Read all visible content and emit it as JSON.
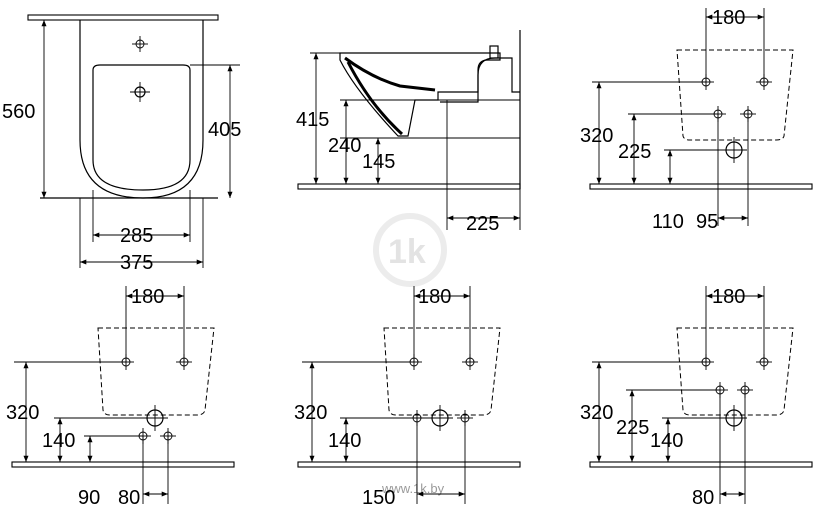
{
  "watermark": {
    "text": "www.1k.by",
    "logo": "1k"
  },
  "front_view": {
    "height_total": "560",
    "height_bowl": "405",
    "width_inner": "285",
    "width_total": "375"
  },
  "side_view": {
    "height_rim": "415",
    "height_outlet": "240",
    "height_low": "145",
    "depth": "225"
  },
  "panel_tr": {
    "top": "180",
    "left": "320",
    "mid": "225",
    "bottom_left": "110",
    "bottom_right": "95"
  },
  "panel_bl": {
    "top": "180",
    "left": "320",
    "mid": "140",
    "bottom_left": "90",
    "bottom_right": "80"
  },
  "panel_bm": {
    "top": "180",
    "left": "320",
    "mid": "140",
    "bottom": "150"
  },
  "panel_br": {
    "top": "180",
    "left": "320",
    "mid": "225",
    "mid2": "140",
    "bottom": "80"
  }
}
